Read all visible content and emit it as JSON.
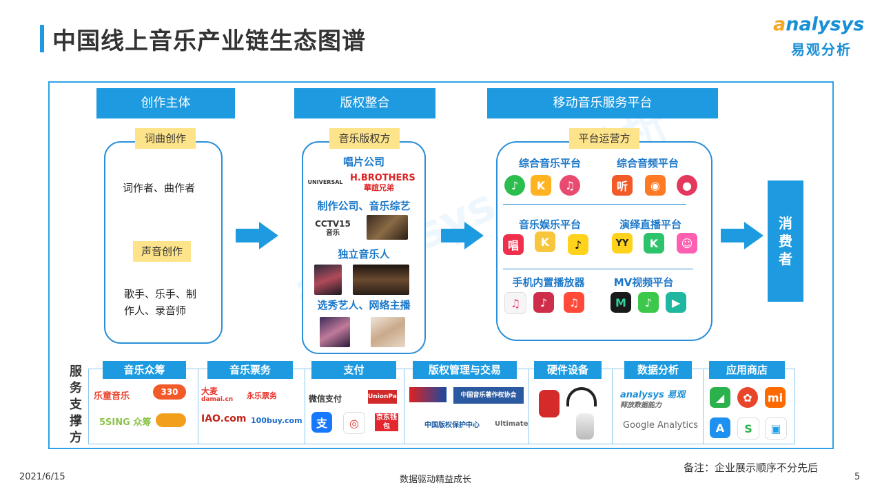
{
  "title": "中国线上音乐产业链生态图谱",
  "logo": {
    "en_a": "a",
    "en_rest": "nalysys",
    "cn": "易观分析"
  },
  "columns": {
    "creation": {
      "header": "创作主体",
      "tags": [
        "词曲创作",
        "声音创作"
      ],
      "lines": [
        "词作者、曲作者",
        "歌手、乐手、制",
        "作人、录音师"
      ]
    },
    "copyright": {
      "header": "版权整合",
      "tag": "音乐版权方",
      "subs": [
        "唱片公司",
        "制作公司、音乐综艺",
        "独立音乐人",
        "选秀艺人、网络主播"
      ],
      "brands": {
        "universal": "UNIVERSAL",
        "hbrothers": "H.BROTHERS",
        "hbrothers_cn": "華誼兄弟",
        "cctv": "CCTV15",
        "cctv_sub": "音乐"
      }
    },
    "platform": {
      "header": "移动音乐服务平台",
      "tag": "平台运营方",
      "subs": [
        "综合音乐平台",
        "综合音频平台",
        "音乐娱乐平台",
        "演绎直播平台",
        "手机内置播放器",
        "MV视频平台"
      ]
    },
    "consumer": "消费者"
  },
  "services": {
    "label": "服务支撑方",
    "categories": [
      "音乐众筹",
      "音乐票务",
      "支付",
      "版权管理与交易",
      "硬件设备",
      "数据分析",
      "应用商店"
    ],
    "brands": {
      "crowd1": "乐童音乐",
      "crowd2": "5SING 众筹",
      "crowd3": "330",
      "ticket1": "大麦",
      "ticket1_sub": "damai.cn",
      "ticket2": "永乐票务",
      "ticket3": "IAO.com",
      "ticket4": "100buy.com",
      "pay1": "微信支付",
      "pay2": "UnionPay",
      "pay3": "京东钱包",
      "copy1": "中国音乐著作权协会",
      "copy2": "中国版权保护中心",
      "copy3": "Ultimate",
      "data1": "analysys 易观",
      "data1_sub": "释放数据能力",
      "data2": "Google Analytics"
    }
  },
  "watermark": "analysys 易观分析",
  "note": "备注：企业展示顺序不分先后",
  "footer": {
    "date": "2021/6/15",
    "center": "数据驱动精益成长",
    "page": "5"
  },
  "colors": {
    "accent": "#1e9be0",
    "tag": "#fde38a",
    "border": "#2a8fd8"
  }
}
